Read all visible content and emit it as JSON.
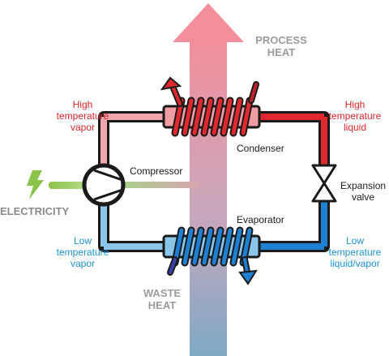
{
  "labels": {
    "process_heat": [
      "PROCESS",
      "HEAT"
    ],
    "waste_heat": [
      "WASTE",
      "HEAT"
    ],
    "electricity": "ELECTRICITY",
    "high_temp_vapor": [
      "High",
      "temperature",
      "vapor"
    ],
    "high_temp_liquid": [
      "High",
      "temperature",
      "liquid"
    ],
    "low_temp_vapor": [
      "Low",
      "temperature",
      "vapor"
    ],
    "low_temp_liquid_vapor": [
      "Low",
      "temperature",
      "liquid/vapor"
    ],
    "compressor": "Compressor",
    "condenser": "Condenser",
    "evaporator": "Evaporator",
    "expansion_valve": [
      "Expansion",
      "valve"
    ]
  },
  "colors": {
    "hot": "#d6262d",
    "cold": "#1d93d1",
    "gray_text": "#9b9b9b",
    "electricity": "#8bc34a"
  },
  "icons": [
    "lightning-bolt-icon",
    "compressor-icon",
    "expansion-valve-icon",
    "condenser-coil-icon",
    "evaporator-coil-icon"
  ]
}
